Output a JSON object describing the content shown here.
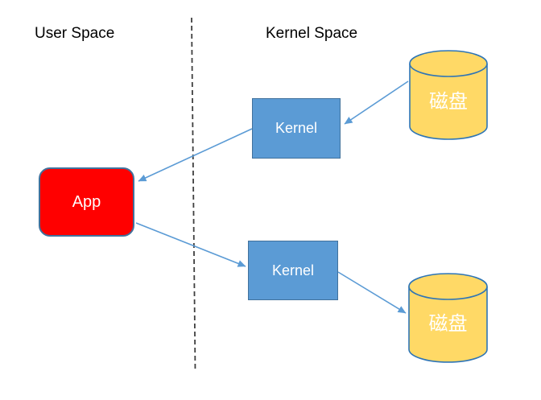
{
  "regions": {
    "user_space": "User Space",
    "kernel_space": "Kernel Space"
  },
  "nodes": {
    "app": {
      "label": "App",
      "shape": "rounded-rect",
      "fill": "#FF0000",
      "border": "#41719C",
      "text_color": "#FFFFFF"
    },
    "kernel_top": {
      "label": "Kernel",
      "shape": "rect",
      "fill": "#5B9BD5",
      "border": "#41719C",
      "text_color": "#FFFFFF"
    },
    "kernel_bottom": {
      "label": "Kernel",
      "shape": "rect",
      "fill": "#5B9BD5",
      "border": "#41719C",
      "text_color": "#FFFFFF"
    },
    "disk_top": {
      "label": "磁盘",
      "shape": "cylinder",
      "fill": "#FFD966",
      "border": "#2E75B6",
      "text_color": "#FFFFFF"
    },
    "disk_bottom": {
      "label": "磁盘",
      "shape": "cylinder",
      "fill": "#FFD966",
      "border": "#2E75B6",
      "text_color": "#FFFFFF"
    }
  },
  "edges": [
    {
      "from": "disk_top",
      "to": "kernel_top"
    },
    {
      "from": "kernel_top",
      "to": "app"
    },
    {
      "from": "app",
      "to": "kernel_bottom"
    },
    {
      "from": "kernel_bottom",
      "to": "disk_bottom"
    }
  ],
  "divider": {
    "style": "dashed",
    "color": "#3F3F3F",
    "separates": [
      "User Space",
      "Kernel Space"
    ]
  },
  "arrow_color": "#5B9BD5",
  "background": "#FFFFFF"
}
